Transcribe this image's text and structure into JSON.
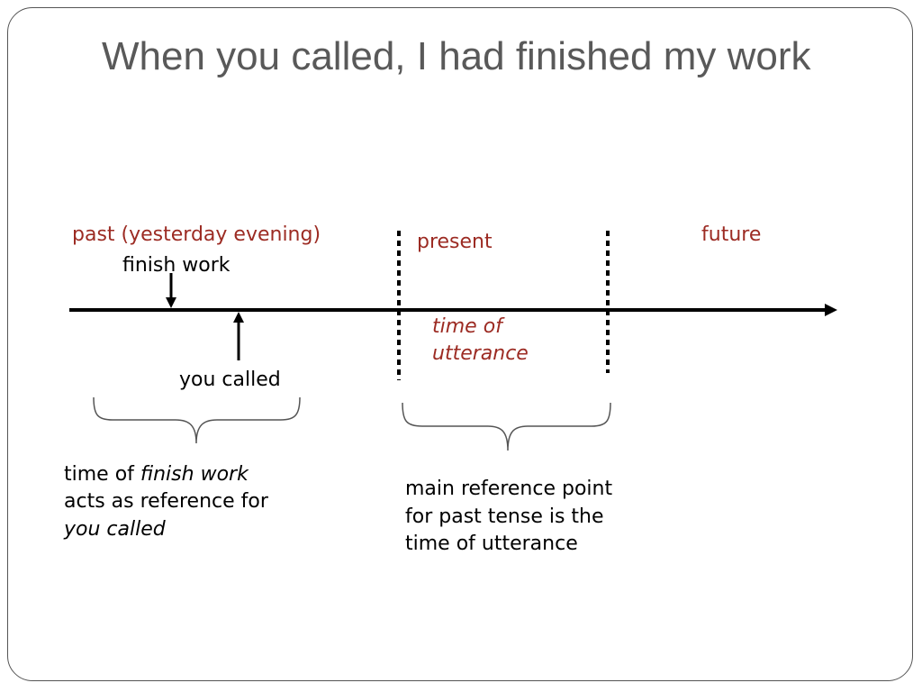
{
  "slide": {
    "title": "When you called, I had finished my work"
  },
  "timeline": {
    "past_label": "past (yesterday evening)",
    "present_label": "present",
    "future_label": "future",
    "utterance_line1": "time of",
    "utterance_line2": "utterance",
    "finish_label": "finish work",
    "called_label": "you called"
  },
  "notes": {
    "left_prefix": "time of ",
    "left_em1": "finish work",
    "left_line2": "acts as reference for",
    "left_em2": "you called",
    "right_line1": "main reference point",
    "right_line2": "for past tense is the",
    "right_line3": "time of utterance"
  },
  "colors": {
    "label_red": "#9c2b23",
    "title_gray": "#595959",
    "line": "#000000"
  }
}
